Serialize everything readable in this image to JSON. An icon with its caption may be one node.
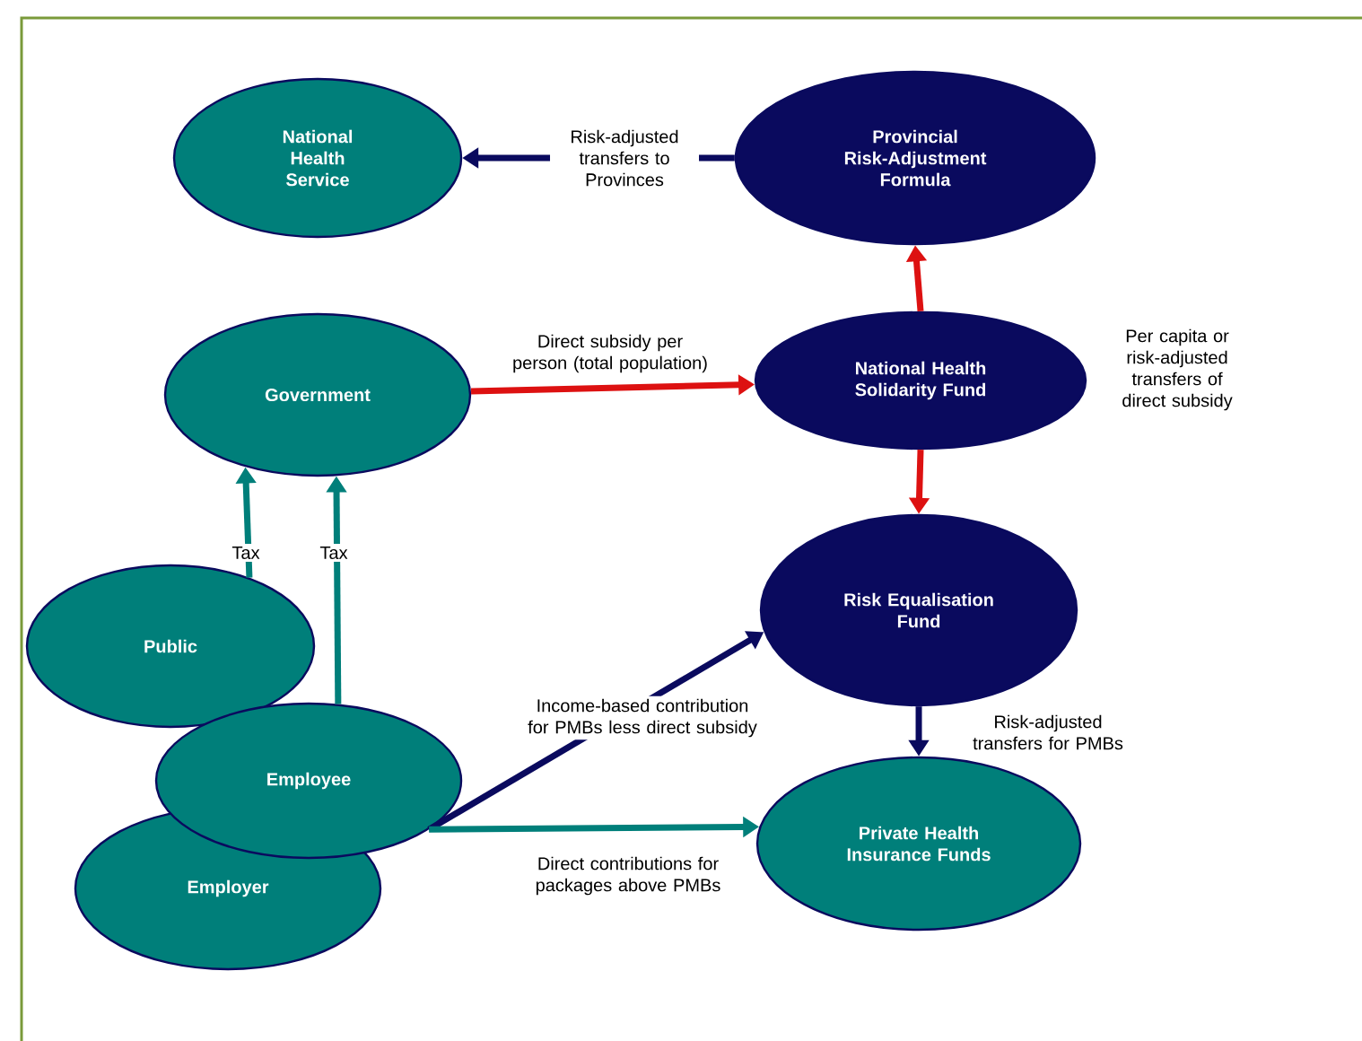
{
  "diagram": {
    "nodes": [
      {
        "text": [
          "National Health Service"
        ]
      },
      {
        "text": [
          "Provincial Risk-Adjustment Formula"
        ]
      },
      {
        "text": [
          "Government"
        ]
      },
      {
        "text": [
          "National Health Solidarity Fund"
        ],
        "beside": [
          "Per capita or risk-adjusted transfers of direct subsidy"
        ]
      },
      {
        "text": [
          "Risk Equalisation Fund"
        ]
      },
      {
        "text": [
          "Public"
        ]
      },
      {
        "text": [
          "Employee"
        ]
      },
      {
        "text": [
          "Employer"
        ]
      },
      {
        "text": [
          "Private Health Insurance Funds"
        ]
      }
    ],
    "edges": [
      {
        "from": 1,
        "to": 0,
        "arrow": "to",
        "label": "Risk-adjusted transfers to Provinces",
        "color": "#0a0a5e"
      },
      {
        "from": 2,
        "to": 3,
        "arrow": "to",
        "label": "Direct subsidy per person (total population)",
        "color": "#dd1111"
      },
      {
        "from": 3,
        "to": 1,
        "arrow": "to",
        "color": "#dd1111"
      },
      {
        "from": 3,
        "to": 4,
        "arrow": "to",
        "color": "#dd1111"
      },
      {
        "from": 4,
        "to": 8,
        "arrow": "to",
        "label": "Risk-adjusted transfers for PMBs",
        "color": "#0a0a5e"
      },
      {
        "from": 5,
        "to": 2,
        "arrow": "to",
        "label": "Tax",
        "color": "#007f7a"
      },
      {
        "from": 6,
        "to": 2,
        "arrow": "to",
        "label": "Tax",
        "color": "#007f7a"
      },
      {
        "from": 6,
        "to": 4,
        "arrow": "to",
        "label": "Income-based contribution for PMBs less direct subsidy",
        "color": "#0a0a5e"
      },
      {
        "from": 6,
        "to": 8,
        "arrow": "to",
        "label": "Direct contributions for packages above PMBs",
        "color": "#007f7a"
      }
    ]
  }
}
